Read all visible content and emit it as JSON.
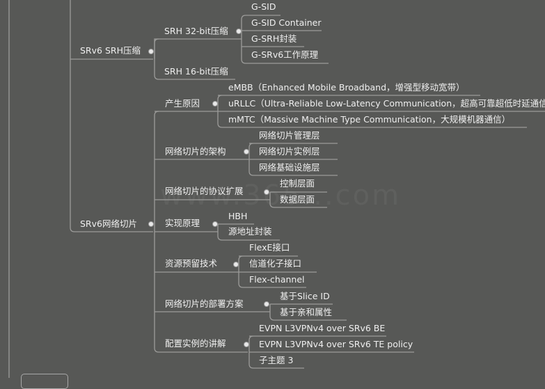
{
  "watermark": "www.365...com",
  "colors": {
    "background": "#575856",
    "line": "#9c9c9a",
    "text": "#efefef"
  },
  "mindmap": {
    "srh": {
      "label": "SRv6 SRH压缩",
      "b32": {
        "label": "SRH 32-bit压缩",
        "children": [
          "G-SID",
          "G-SID Container",
          "G-SRH封装",
          "G-SRv6工作原理"
        ]
      },
      "b16": {
        "label": "SRH 16-bit压缩"
      }
    },
    "slicing": {
      "label": "SRv6网络切片",
      "cause": {
        "label": "产生原因",
        "children": [
          "eMBB（Enhanced Mobile Broadband，增强型移动宽带）",
          "uRLLC（Ultra-Reliable Low-Latency Communication，超高可靠超低时延通信）",
          "mMTC（Massive Machine Type Communication，大规模机器通信）"
        ]
      },
      "arch": {
        "label": "网络切片的架构",
        "children": [
          "网络切片管理层",
          "网络切片实例层",
          "网络基础设施层"
        ]
      },
      "proto": {
        "label": "网络切片的协议扩展",
        "children": [
          "控制层面",
          "数据层面"
        ]
      },
      "impl": {
        "label": "实现原理",
        "children": [
          "HBH",
          "源地址封装"
        ]
      },
      "res": {
        "label": "资源预留技术",
        "children": [
          "FlexE接口",
          "信道化子接口",
          "Flex-channel"
        ]
      },
      "deploy": {
        "label": "网络切片的部署方案",
        "children": [
          "基于Slice ID",
          "基于亲和属性"
        ]
      },
      "config": {
        "label": "配置实例的讲解",
        "children": [
          "EVPN L3VPNv4 over SRv6 BE",
          "EVPN L3VPNv4 over SRv6 TE policy",
          "子主题 3"
        ]
      }
    }
  }
}
